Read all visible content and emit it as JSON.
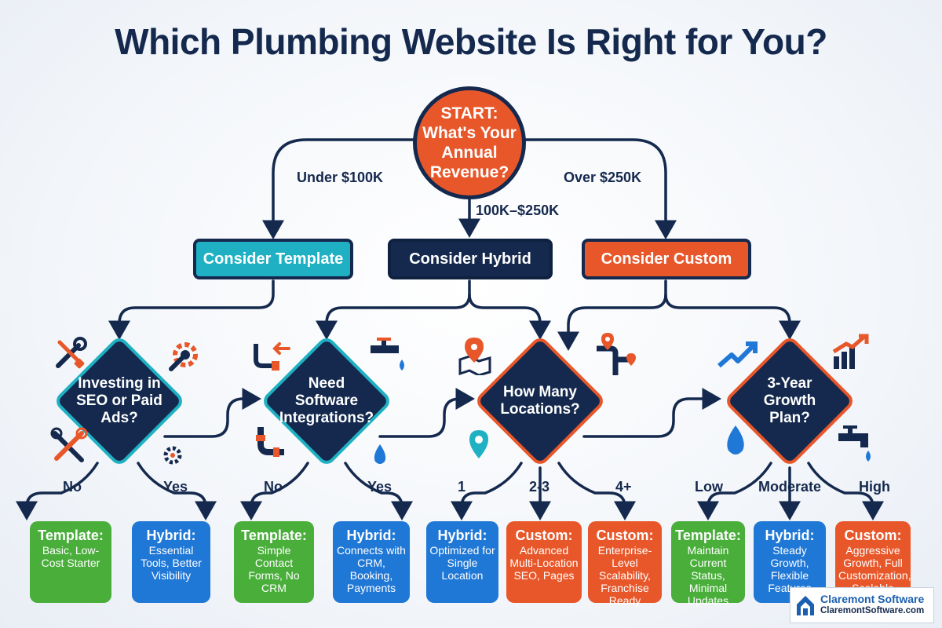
{
  "title": "Which Plumbing Website Is Right for You?",
  "start": {
    "text": "START: What's Your Annual Revenue?"
  },
  "revenue_branches": {
    "low": "Under $100K",
    "mid": "100K–$250K",
    "high": "Over $250K"
  },
  "consider": {
    "template": "Consider Template",
    "hybrid": "Consider Hybrid",
    "custom": "Consider Custom"
  },
  "decisions": {
    "seo": {
      "question": "Investing in SEO or Paid Ads?",
      "answers": [
        "No",
        "Yes"
      ]
    },
    "integrations": {
      "question": "Need Software Integrations?",
      "answers": [
        "No",
        "Yes"
      ]
    },
    "locations": {
      "question": "How Many Locations?",
      "answers": [
        "1",
        "2-3",
        "4+"
      ]
    },
    "growth": {
      "question": "3-Year Growth Plan?",
      "answers": [
        "Low",
        "Moderate",
        "High"
      ]
    }
  },
  "results": [
    {
      "title": "Template:",
      "desc": "Basic, Low-Cost Starter",
      "color": "#4aae3b"
    },
    {
      "title": "Hybrid:",
      "desc": "Essential Tools, Better Visibility",
      "color": "#1f77d6"
    },
    {
      "title": "Template:",
      "desc": "Simple Contact Forms, No CRM",
      "color": "#4aae3b"
    },
    {
      "title": "Hybrid:",
      "desc": "Connects with CRM, Booking, Payments",
      "color": "#1f77d6"
    },
    {
      "title": "Hybrid:",
      "desc": "Optimized for Single Location",
      "color": "#1f77d6"
    },
    {
      "title": "Custom:",
      "desc": "Advanced Multi-Location SEO, Pages",
      "color": "#e8572a"
    },
    {
      "title": "Custom:",
      "desc": "Enterprise-Level Scalability, Franchise Ready",
      "color": "#e8572a"
    },
    {
      "title": "Template:",
      "desc": "Maintain Current Status, Minimal Updates",
      "color": "#4aae3b"
    },
    {
      "title": "Hybrid:",
      "desc": "Steady Growth, Flexible Features",
      "color": "#1f77d6"
    },
    {
      "title": "Custom:",
      "desc": "Aggressive Growth, Full Customization, Scalable",
      "color": "#e8572a"
    }
  ],
  "brand": {
    "name": "Claremont Software",
    "url": "ClaremontSoftware.com"
  },
  "colors": {
    "navy": "#14294d",
    "teal": "#1fb1c3",
    "orange": "#e8572a",
    "green": "#4aae3b",
    "blue": "#1f77d6"
  }
}
